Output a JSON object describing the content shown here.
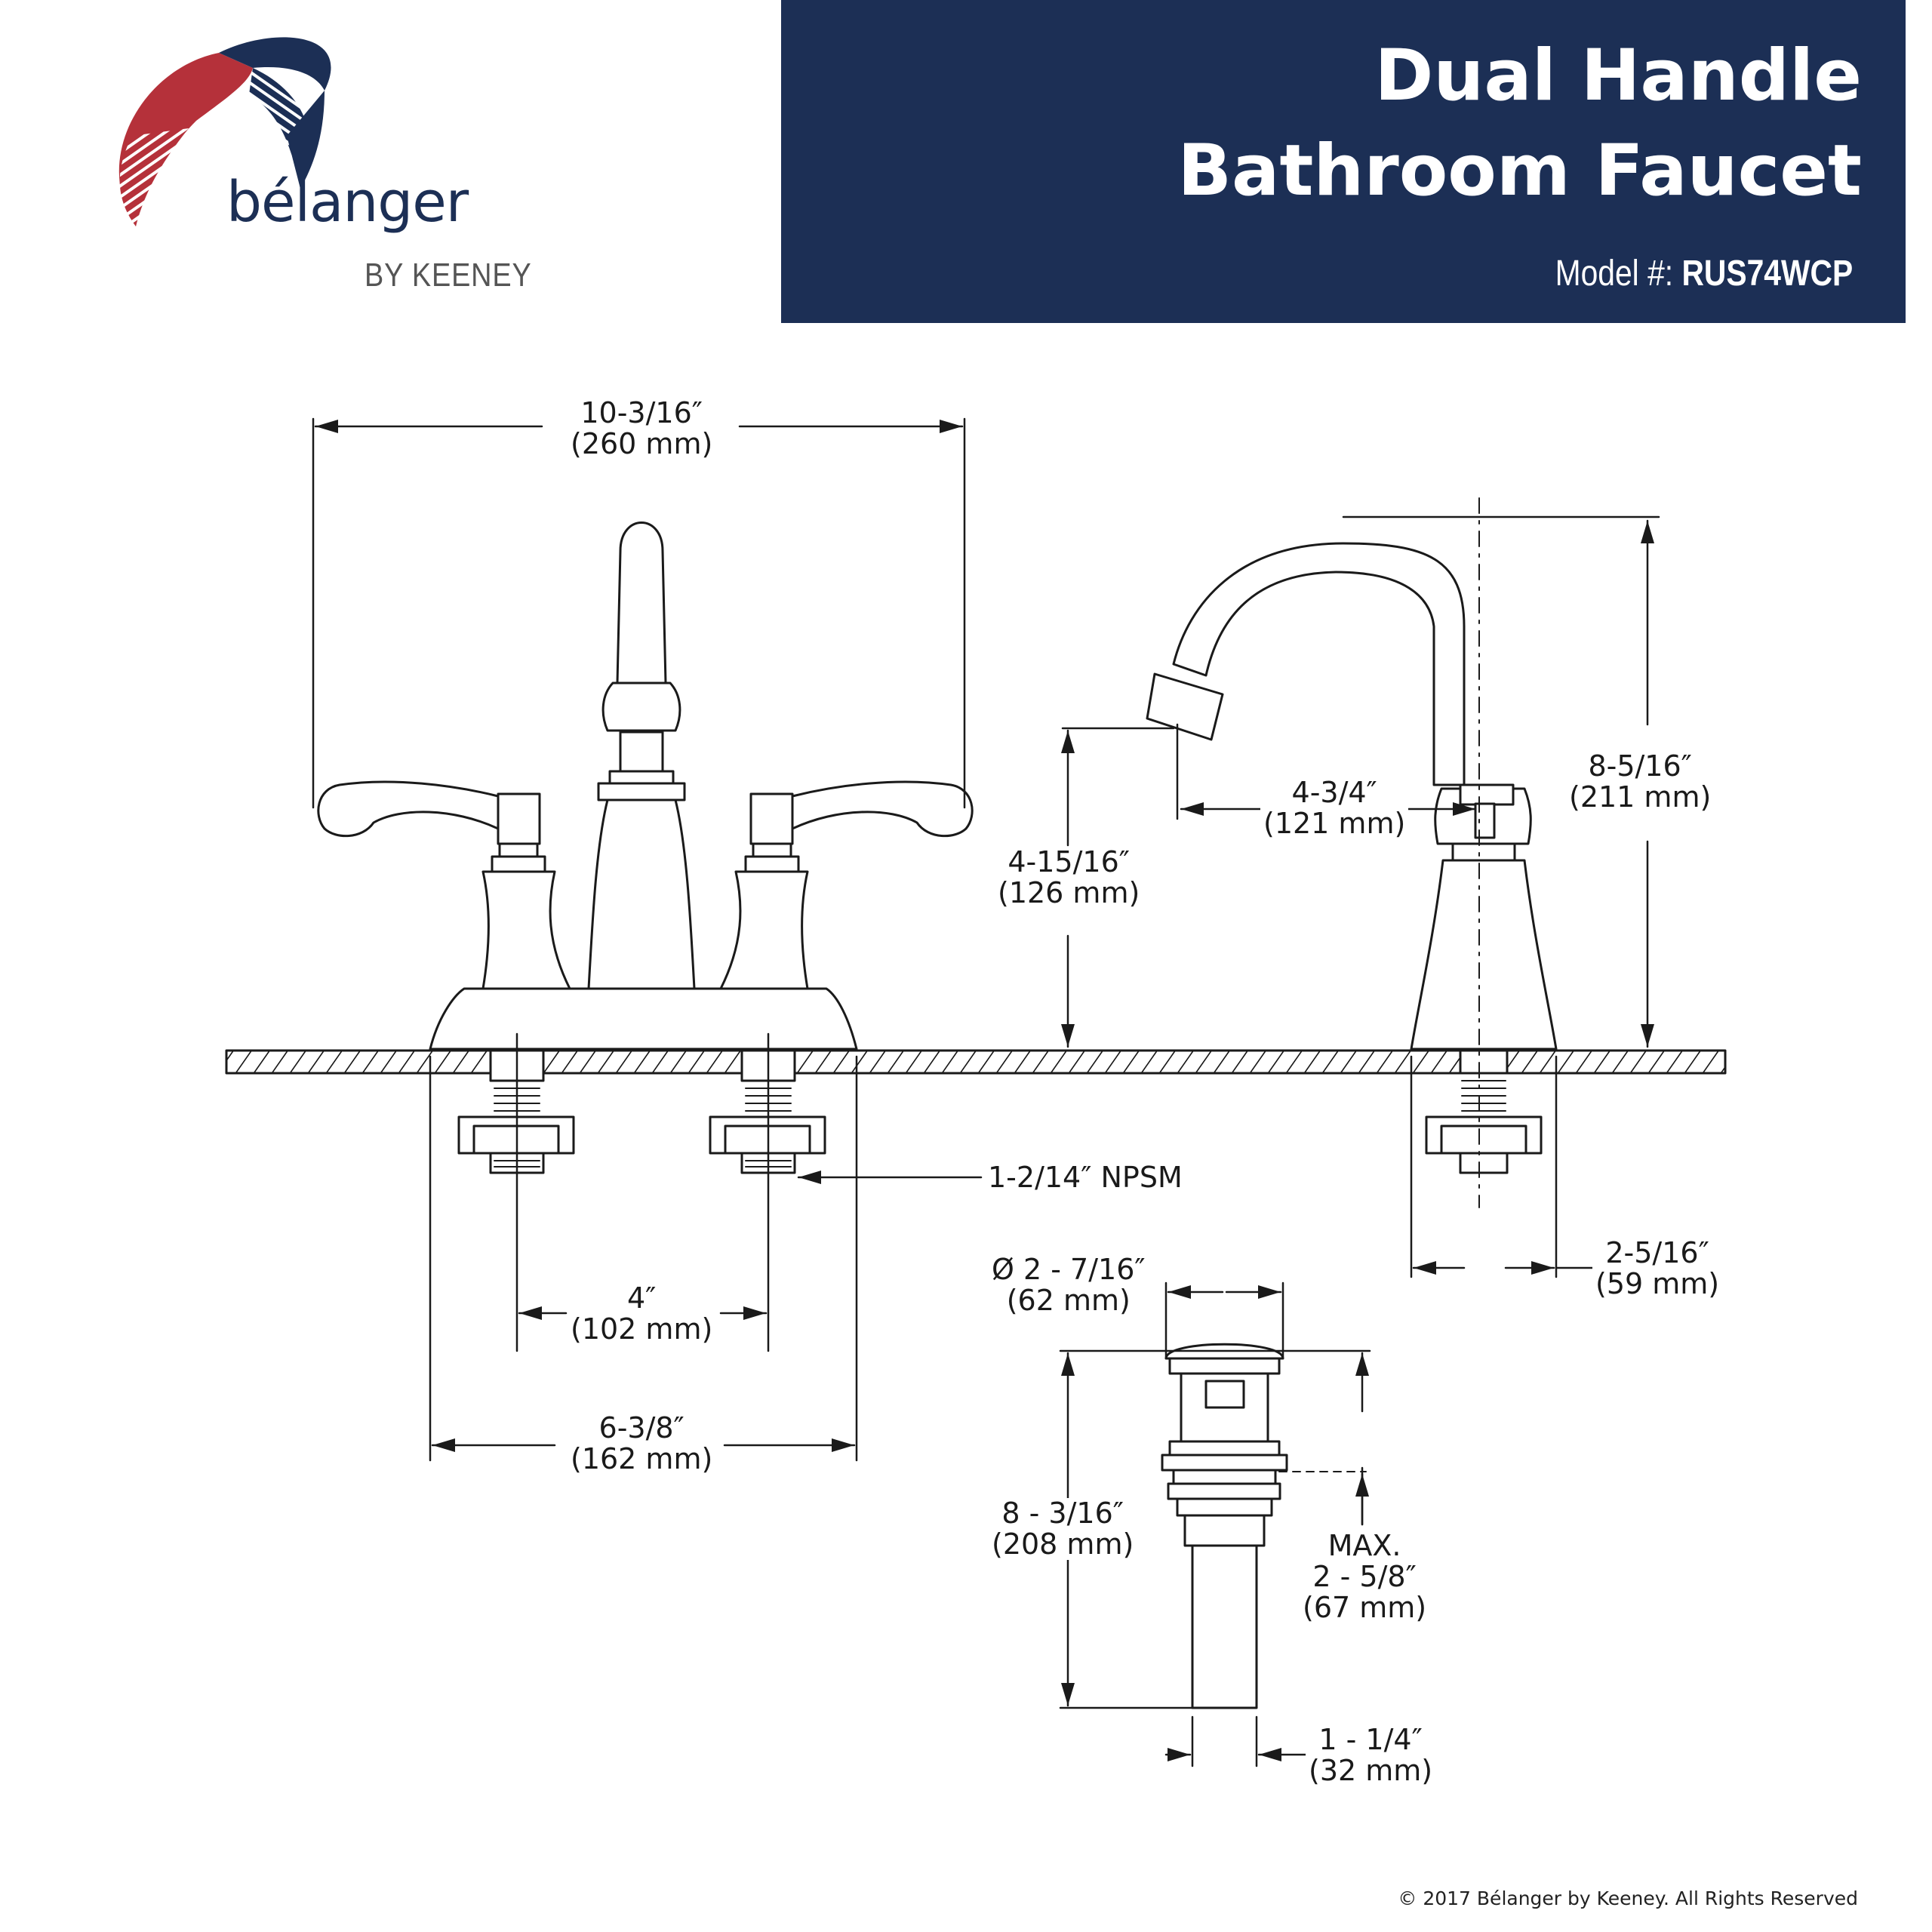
{
  "brand": {
    "name": "bélanger",
    "sub": "BY KEENEY",
    "colors": {
      "navy": "#1c2f55",
      "red": "#b5313a"
    }
  },
  "header": {
    "title_line1": "Dual Handle",
    "title_line2": "Bathroom Faucet",
    "model_label": "Model #:",
    "model_number": "RUS74WCP"
  },
  "dimensions": {
    "overall_width": {
      "in": "10-3/16″",
      "mm": "(260 mm)"
    },
    "spout_reach": {
      "in": "4-3/4″",
      "mm": "(121 mm)"
    },
    "overall_height": {
      "in": "8-5/16″",
      "mm": "(211 mm)"
    },
    "spout_height": {
      "in": "4-15/16″",
      "mm": "(126 mm)"
    },
    "thread": {
      "label": "1-2/14″ NPSM"
    },
    "base_depth": {
      "in": "2-5/16″",
      "mm": "(59 mm)"
    },
    "centers": {
      "in": "4″",
      "mm": "(102 mm)"
    },
    "base_width": {
      "in": "6-3/8″",
      "mm": "(162 mm)"
    },
    "drain_diameter": {
      "in": "Ø 2 - 7/16″",
      "mm": "(62 mm)"
    },
    "drain_length": {
      "in": "8 - 3/16″",
      "mm": "(208 mm)"
    },
    "drain_max": {
      "label": "MAX.",
      "in": "2 - 5/8″",
      "mm": "(67 mm)"
    },
    "drain_tail": {
      "in": "1 - 1/4″",
      "mm": "(32 mm)"
    }
  },
  "footer": {
    "copyright": "© 2017 Bélanger by Keeney. All Rights Reserved"
  }
}
